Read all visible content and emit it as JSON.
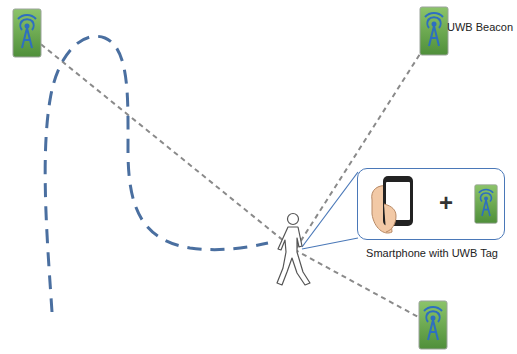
{
  "diagram": {
    "nodes": [
      {
        "text": [
          "+",
          "Smartphone with UWB Tag"
        ]
      }
    ],
    "labels": [
      "UWB Beacon"
    ]
  }
}
